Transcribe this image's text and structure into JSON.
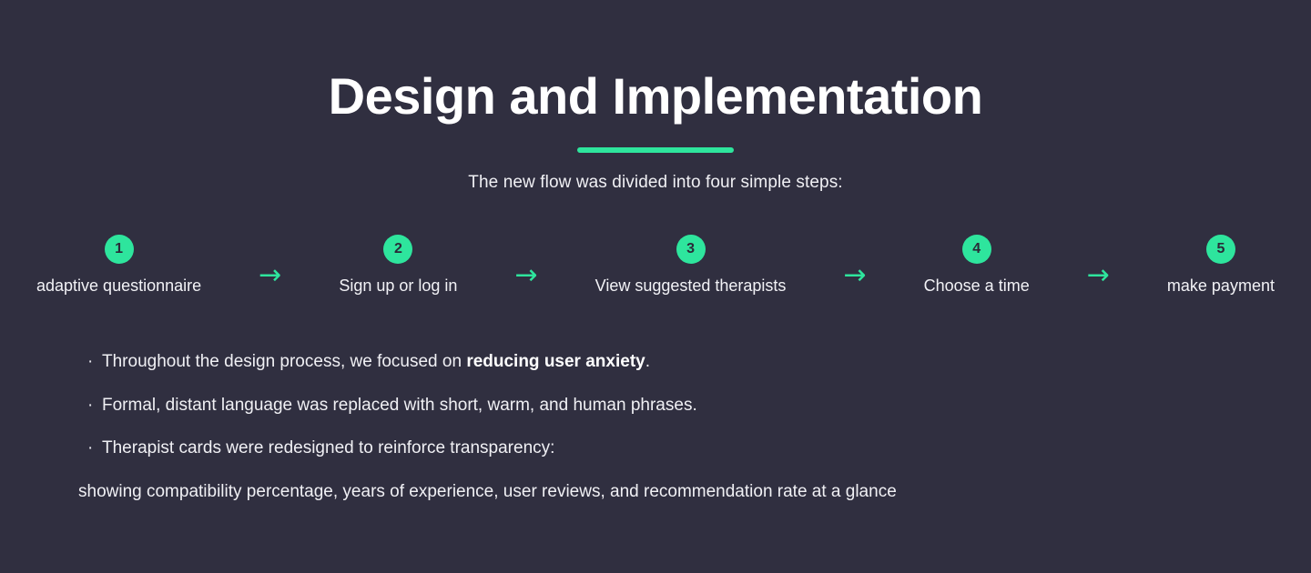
{
  "theme": {
    "background": "#302F40",
    "accent": "#2EE59D",
    "text": "#F0F0F4",
    "badge_text": "#2B2A38"
  },
  "header": {
    "title": "Design and Implementation",
    "underline_accent": "#2EE59D"
  },
  "subtitle": "The new flow was divided into four simple steps:",
  "steps": [
    {
      "number": "1",
      "label": "adaptive questionnaire"
    },
    {
      "number": "2",
      "label": "Sign up or log in"
    },
    {
      "number": "3",
      "label": "View suggested therapists"
    },
    {
      "number": "4",
      "label": "Choose a time"
    },
    {
      "number": "5",
      "label": "make payment"
    }
  ],
  "arrow_glyph": "→",
  "bullet_glyph": "·",
  "bullets": [
    {
      "prefix": "Throughout the design process, we focused on ",
      "bold": "reducing user anxiety",
      "suffix": "."
    },
    {
      "prefix": "Formal, distant language was replaced with short, warm, and human phrases.",
      "bold": "",
      "suffix": ""
    },
    {
      "prefix": "Therapist cards were redesigned to reinforce transparency:",
      "bold": "",
      "suffix": ""
    }
  ],
  "trailing_line": "showing compatibility percentage, years of experience, user reviews, and recommendation rate at a glance"
}
